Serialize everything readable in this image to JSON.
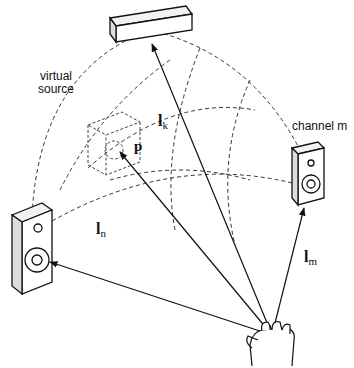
{
  "diagram": {
    "labels": [
      "virtual source",
      "channel m",
      "p",
      "lk",
      "lm",
      "ln"
    ]
  }
}
